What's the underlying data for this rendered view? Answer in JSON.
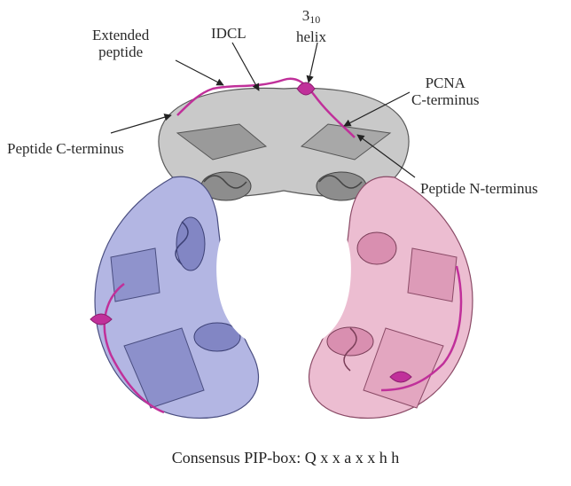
{
  "labels": {
    "extended_peptide_line1": "Extended",
    "extended_peptide_line2": "peptide",
    "idcl": "IDCL",
    "helix_main": "3",
    "helix_sub": "10",
    "helix_word": "helix",
    "pcna_line1": "PCNA",
    "pcna_line2": "C-terminus",
    "peptide_c_terminus": "Peptide C-terminus",
    "peptide_n_terminus": "Peptide N-terminus"
  },
  "caption": "Consensus PIP-box: Q x x a x x h h",
  "colors": {
    "subunit_top": "#b9b9b9",
    "subunit_left": "#9fa3d6",
    "subunit_right": "#e3a9c2",
    "peptide": "#c0309a"
  }
}
